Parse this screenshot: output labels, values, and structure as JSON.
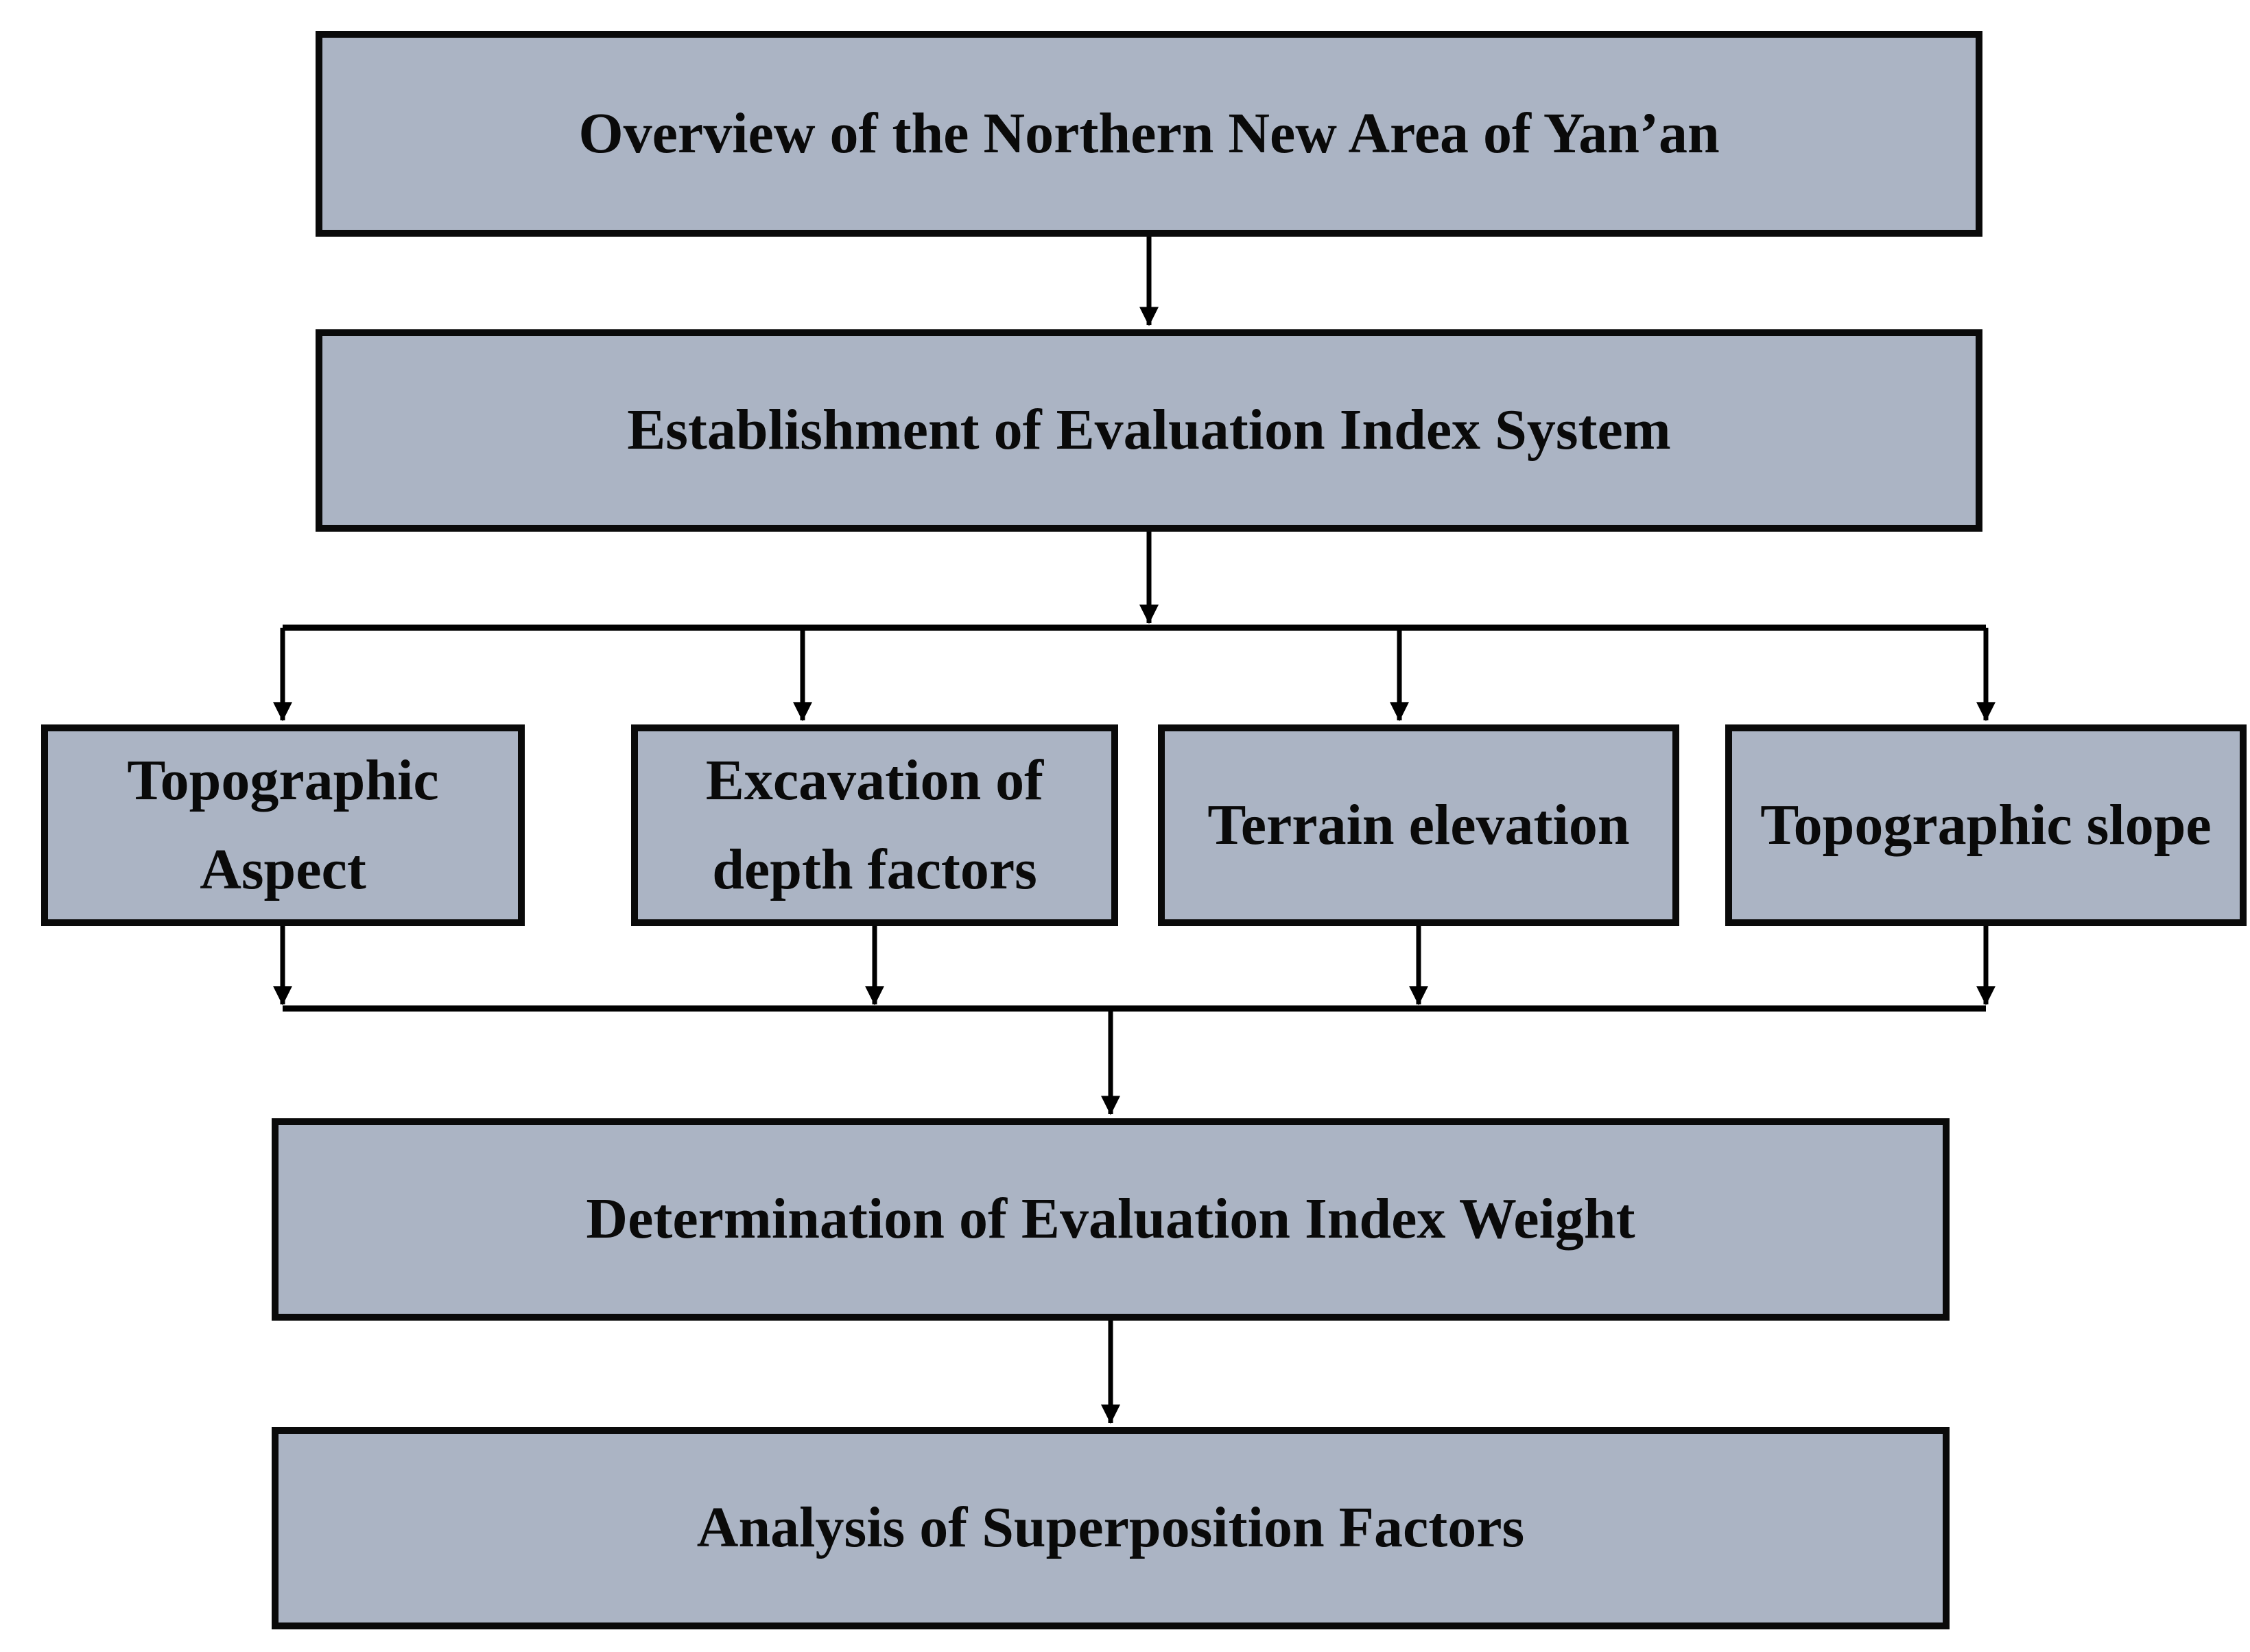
{
  "figure": {
    "type": "flowchart",
    "description": "Evaluation workflow flowchart for the Northern New Area of Yan’an"
  },
  "nodes": {
    "overview": {
      "label": "Overview of the Northern New Area of Yan’an"
    },
    "establishment": {
      "label": "Establishment of Evaluation Index System"
    },
    "topographic_aspect": {
      "label": "Topographic Aspect"
    },
    "excavation_depth": {
      "label": "Excavation of depth factors"
    },
    "terrain_elevation": {
      "label": "Terrain elevation"
    },
    "topographic_slope": {
      "label": "Topographic slope"
    },
    "determination": {
      "label": "Determination of Evaluation Index Weight"
    },
    "analysis": {
      "label": "Analysis of Superposition Factors"
    }
  },
  "edges": [
    {
      "from": "overview",
      "to": "establishment"
    },
    {
      "from": "establishment",
      "to": "topographic_aspect"
    },
    {
      "from": "establishment",
      "to": "excavation_depth"
    },
    {
      "from": "establishment",
      "to": "terrain_elevation"
    },
    {
      "from": "establishment",
      "to": "topographic_slope"
    },
    {
      "from": "topographic_aspect",
      "to": "determination"
    },
    {
      "from": "excavation_depth",
      "to": "determination"
    },
    {
      "from": "terrain_elevation",
      "to": "determination"
    },
    {
      "from": "topographic_slope",
      "to": "determination"
    },
    {
      "from": "determination",
      "to": "analysis"
    }
  ],
  "colors": {
    "box_fill": "#abb4c4",
    "box_border": "#0a0a0a",
    "text": "#0a0a0a",
    "arrow": "#000000",
    "background": "#ffffff"
  }
}
